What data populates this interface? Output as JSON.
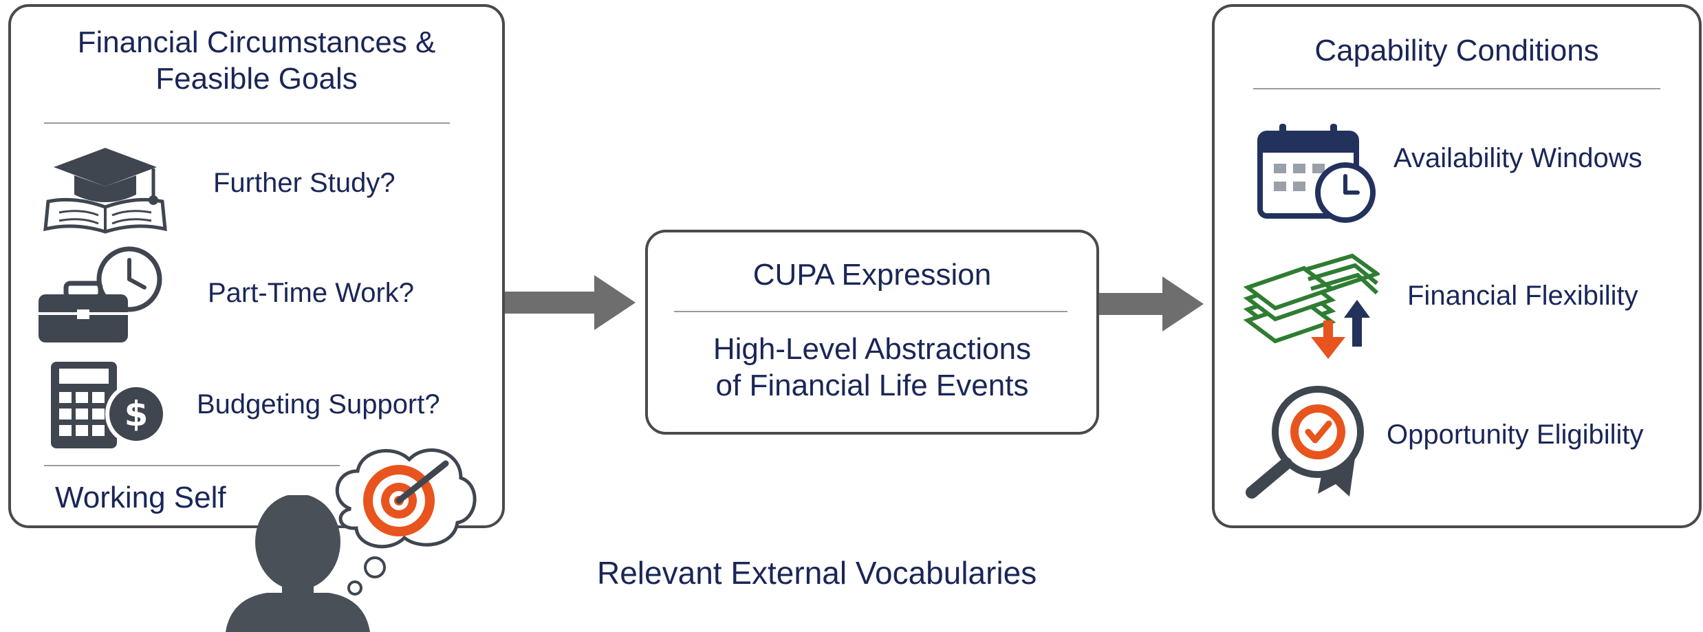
{
  "left_panel": {
    "title_line1": "Financial Circumstances &",
    "title_line2": "Feasible Goals",
    "items": [
      {
        "label": "Further Study?",
        "icon": "graduation-book-icon"
      },
      {
        "label": "Part-Time Work?",
        "icon": "briefcase-clock-icon"
      },
      {
        "label": "Budgeting Support?",
        "icon": "calculator-dollar-icon"
      }
    ],
    "footer": "Working Self",
    "footer_icons": [
      "person-silhouette-icon",
      "thought-bubble-icon",
      "target-icon"
    ]
  },
  "middle_panel": {
    "title": "CUPA Expression",
    "body_line1": "High-Level Abstractions",
    "body_line2": "of Financial Life Events"
  },
  "right_panel": {
    "title": "Capability Conditions",
    "items": [
      {
        "label": "Availability Windows",
        "icon": "calendar-clock-icon"
      },
      {
        "label": "Financial Flexibility",
        "icon": "money-stack-arrows-icon"
      },
      {
        "label": "Opportunity Eligibility",
        "icon": "badge-magnifier-icon"
      }
    ]
  },
  "bottom": {
    "heading": "Relevant External Vocabularies"
  },
  "colors": {
    "text_navy": "#1a2657",
    "border": "#4a4a4a",
    "arrow": "#6e6e6e",
    "icon_dark": "#3f4650",
    "icon_navy": "#22325c",
    "accent_orange": "#e8541e",
    "money_green": "#2e7d32"
  }
}
